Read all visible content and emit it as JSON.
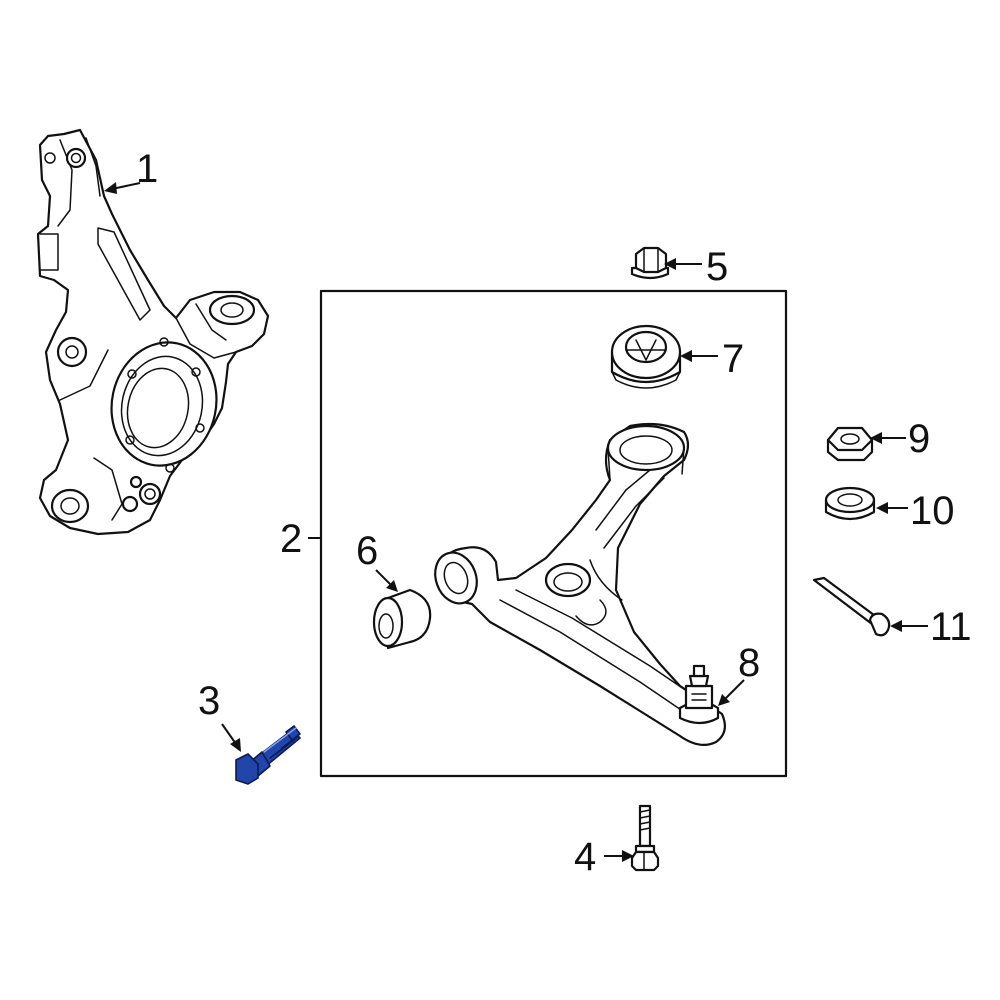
{
  "callouts": {
    "c1": "1",
    "c2": "2",
    "c3": "3",
    "c4": "4",
    "c5": "5",
    "c6": "6",
    "c7": "7",
    "c8": "8",
    "c9": "9",
    "c10": "10",
    "c11": "11"
  },
  "colors": {
    "highlight": "#2145a8",
    "line": "#111111",
    "background": "#ffffff"
  },
  "highlighted_part": "3"
}
